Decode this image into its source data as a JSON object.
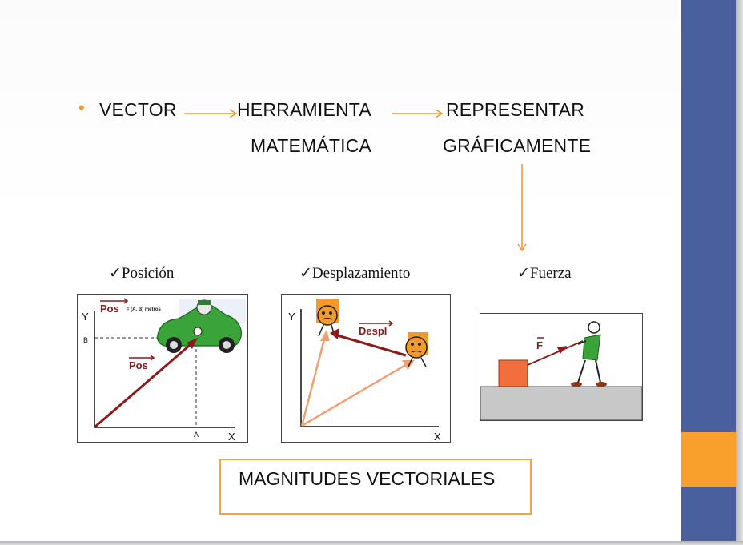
{
  "flow": {
    "vector": "VECTOR",
    "herramienta": "HERRAMIENTA",
    "matematica": "MATEMÁTICA",
    "representar": "REPRESENTAR",
    "graficamente": "GRÁFICAMENTE"
  },
  "bullet": "•",
  "labels": {
    "posicion": "✓Posición",
    "desplazamiento": "✓Desplazamiento",
    "fuerza": "✓Fuerza"
  },
  "panel_posicion": {
    "y_axis": "Y",
    "x_axis": "X",
    "tick_b": "B",
    "tick_a": "A",
    "vector_title": "Pos",
    "vector_title_suffix": "= (A, B) metros",
    "vector_label": "Pos"
  },
  "panel_desplazamiento": {
    "y_axis": "Y",
    "x_axis": "X",
    "vector_label": "Despl"
  },
  "panel_fuerza": {
    "vector_label": "F"
  },
  "summary_box": "MAGNITUDES VECTORIALES",
  "colors": {
    "accent_orange": "#f39a2c",
    "stripe_blue": "#4a5f9e",
    "vector_red": "#8b1a1a",
    "car_green": "#3aa43a",
    "box_orange": "#f26e3c",
    "floor_gray": "#c8c8c8"
  }
}
